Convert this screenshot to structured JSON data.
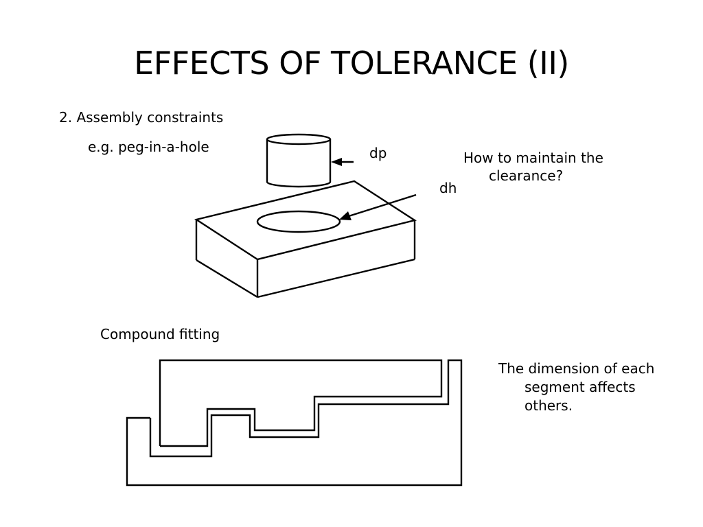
{
  "slide": {
    "title": "EFFECTS OF TOLERANCE (II)"
  },
  "section": {
    "heading": "2. Assembly constraints",
    "example": "e.g. peg-in-a-hole",
    "label_peg": "dp",
    "label_hole": "dh",
    "question": {
      "line1": "How to maintain the",
      "line2": "clearance?"
    }
  },
  "compound": {
    "heading": "Compound fitting",
    "note": {
      "line1": "The dimension of each",
      "line2": "segment affects",
      "line3": "others."
    }
  }
}
